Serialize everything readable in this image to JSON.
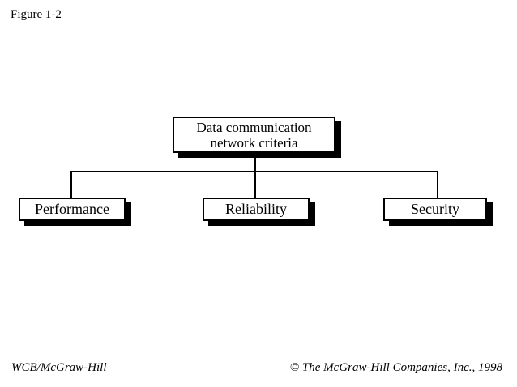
{
  "figure_label": "Figure 1-2",
  "diagram": {
    "type": "hierarchy",
    "root": {
      "label": "Data communication\nnetwork criteria"
    },
    "children": [
      {
        "label": "Performance"
      },
      {
        "label": "Reliability"
      },
      {
        "label": "Security"
      }
    ]
  },
  "footer": {
    "left": "WCB/McGraw-Hill",
    "right": "© The McGraw-Hill Companies, Inc., 1998"
  },
  "colors": {
    "background": "#ffffff",
    "box_fill": "#ffffff",
    "box_border": "#000000",
    "box_shadow": "#000000",
    "connector_line": "#000000",
    "text": "#000000"
  }
}
